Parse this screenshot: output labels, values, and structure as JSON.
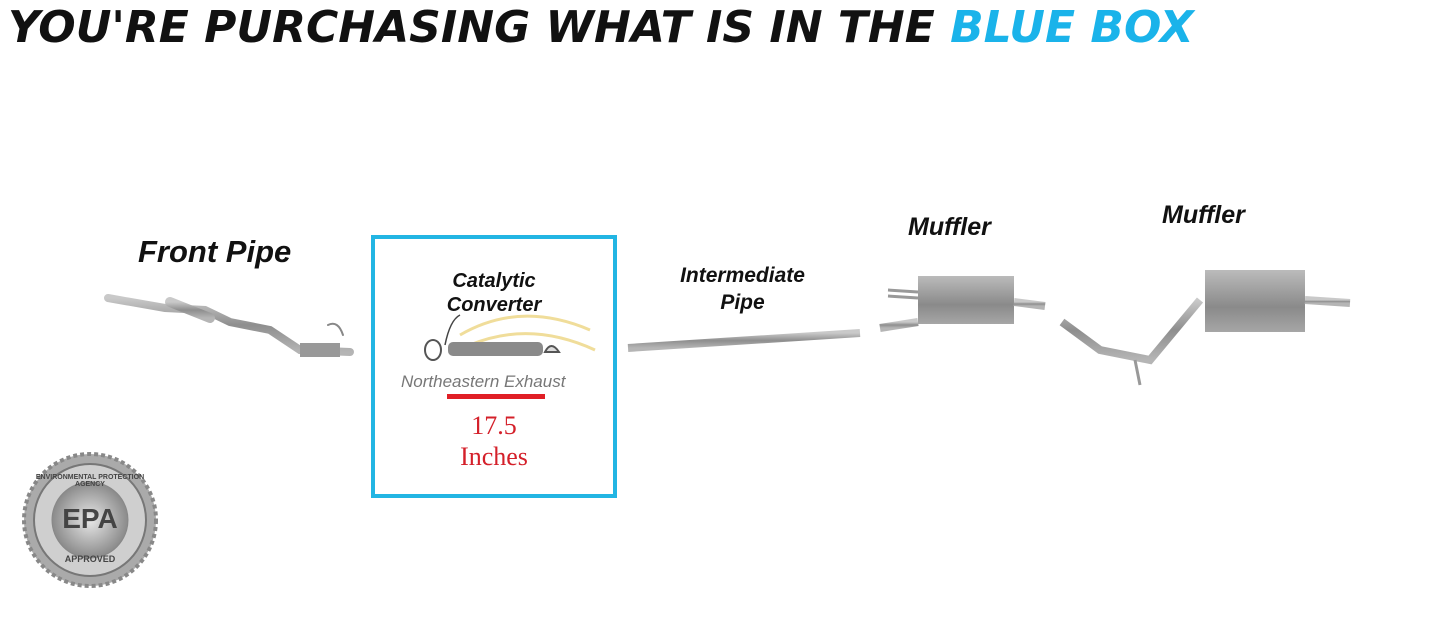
{
  "headline": {
    "prefix": "YOU'RE PURCHASING WHAT IS IN THE ",
    "highlight": "BLUE BOX"
  },
  "parts": {
    "front_pipe": "Front Pipe",
    "catalytic_line1": "Catalytic",
    "catalytic_line2": "Converter",
    "intermediate_line1": "Intermediate",
    "intermediate_line2": "Pipe",
    "muffler1": "Muffler",
    "muffler2": "Muffler"
  },
  "watermark": "Northeastern Exhaust",
  "measurement": {
    "value": "17.5",
    "unit": "Inches"
  },
  "seal": {
    "top": "ENVIRONMENTAL PROTECTION AGENCY",
    "center": "EPA",
    "bottom": "APPROVED"
  },
  "colors": {
    "accent": "#1ab3ea",
    "measure": "#d4202a"
  }
}
